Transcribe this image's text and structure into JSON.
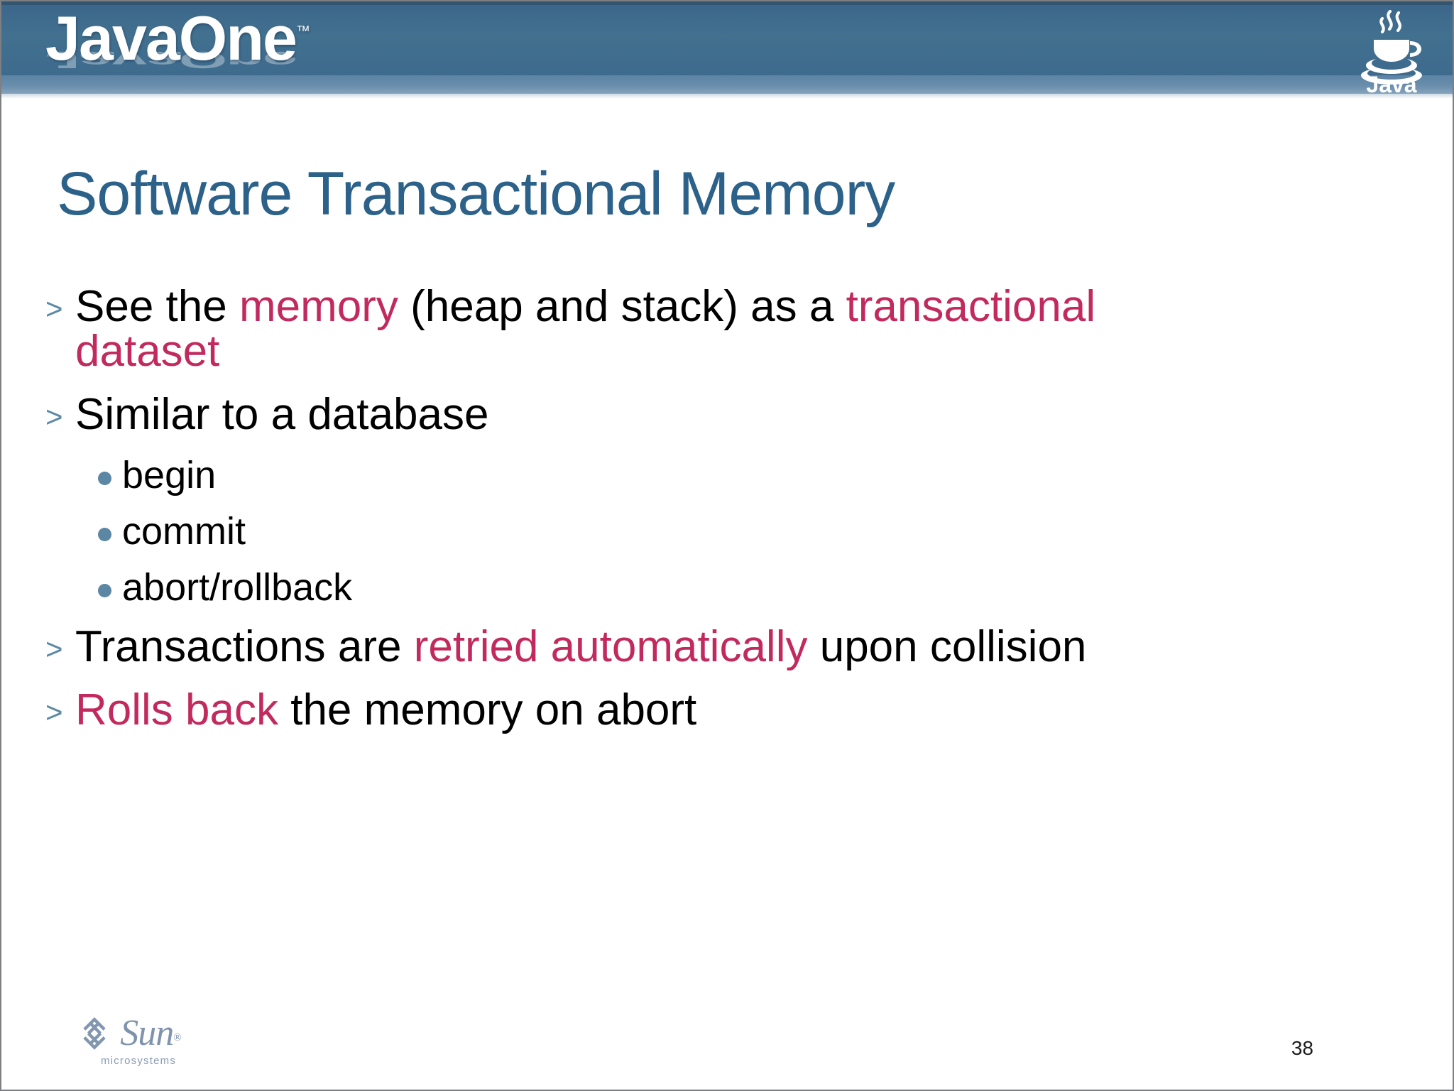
{
  "header": {
    "brand": "JavaOne",
    "trademark": "™",
    "java_logo_label": "Java",
    "java_logo_tm": "™",
    "banner_color": "#3e6b8d",
    "strip_color": "#6b8fad"
  },
  "slide": {
    "title": "Software Transactional Memory",
    "title_color": "#2c6189",
    "accent_color": "#c22a5e",
    "bullet_marker_color": "#5b89a6",
    "page_number": "38"
  },
  "bullets": [
    {
      "level": 1,
      "marker": ">",
      "runs": [
        {
          "text": "See the ",
          "highlight": false
        },
        {
          "text": "memory",
          "highlight": true
        },
        {
          "text": " (heap and stack) as a ",
          "highlight": false
        },
        {
          "text": "transactional dataset",
          "highlight": true
        }
      ]
    },
    {
      "level": 1,
      "marker": ">",
      "runs": [
        {
          "text": "Similar to a database",
          "highlight": false
        }
      ]
    },
    {
      "level": 2,
      "marker": "•",
      "runs": [
        {
          "text": "begin",
          "highlight": false
        }
      ]
    },
    {
      "level": 2,
      "marker": "•",
      "runs": [
        {
          "text": "commit",
          "highlight": false
        }
      ]
    },
    {
      "level": 2,
      "marker": "•",
      "runs": [
        {
          "text": "abort/rollback",
          "highlight": false
        }
      ]
    },
    {
      "level": 1,
      "marker": ">",
      "runs": [
        {
          "text": "Transactions are ",
          "highlight": false
        },
        {
          "text": "retried automatically",
          "highlight": true
        },
        {
          "text": " upon collision",
          "highlight": false
        }
      ]
    },
    {
      "level": 1,
      "marker": ">",
      "runs": [
        {
          "text": "Rolls back",
          "highlight": true
        },
        {
          "text": " the memory on abort",
          "highlight": false
        }
      ]
    }
  ],
  "footer": {
    "sun_wordmark": "Sun",
    "sun_registered": "®",
    "sun_tagline": "microsystems"
  }
}
